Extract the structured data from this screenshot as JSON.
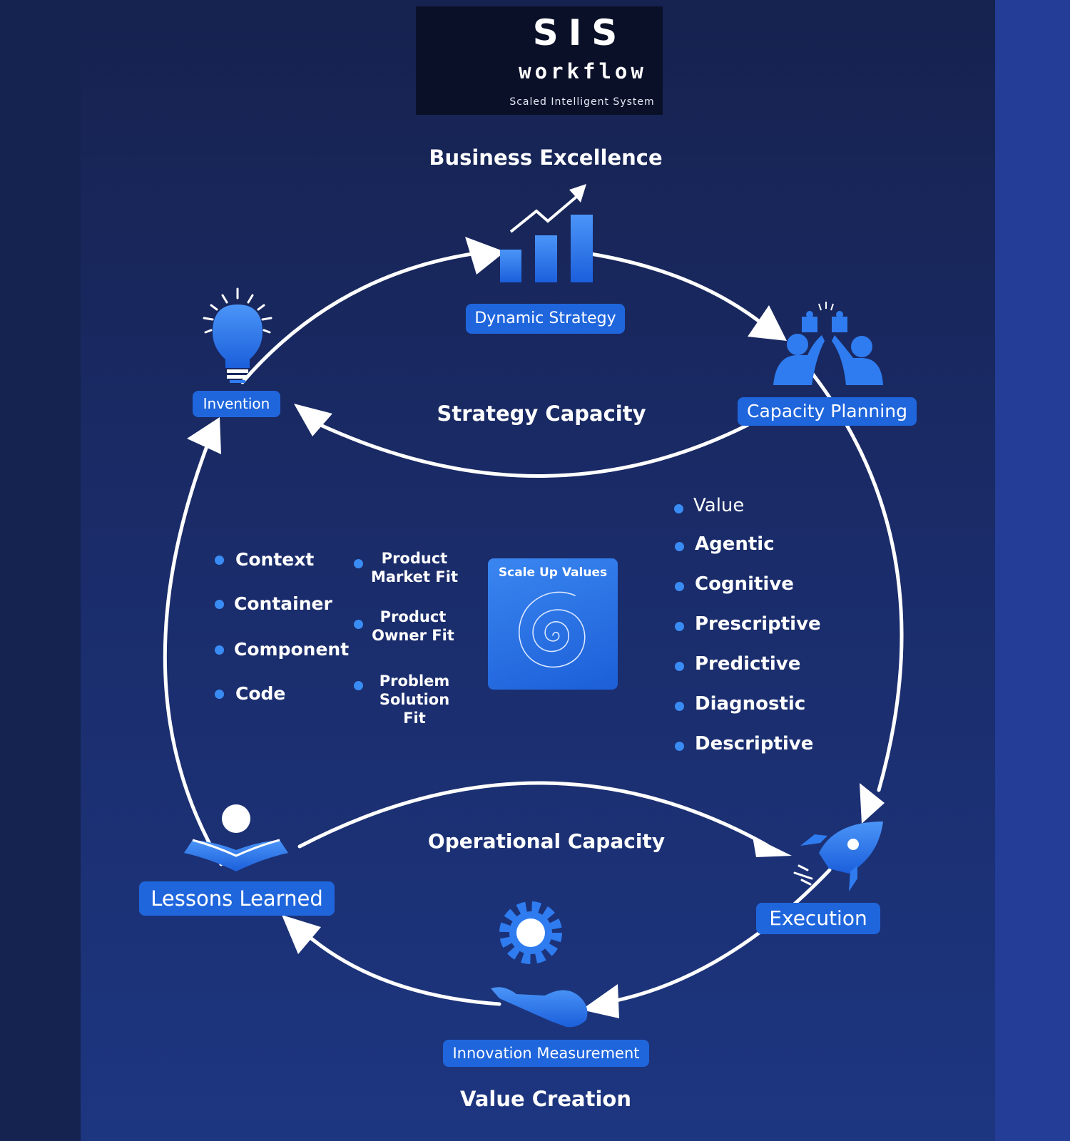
{
  "logo": {
    "title": "SIS",
    "subtitle": "workflow",
    "tagline": "Scaled Intelligent System"
  },
  "headings": {
    "top": "Business Excellence",
    "strategy": "Strategy Capacity",
    "operational": "Operational Capacity",
    "bottom": "Value Creation"
  },
  "nodes": {
    "dynamic_strategy": "Dynamic Strategy",
    "capacity_planning": "Capacity Planning",
    "invention": "Invention",
    "execution": "Execution",
    "lessons_learned": "Lessons Learned",
    "innovation_measurement": "Innovation Measurement"
  },
  "left_list": [
    "Context",
    "Container",
    "Component",
    "Code"
  ],
  "fit_list": [
    "Product\nMarket Fit",
    "Product\nOwner Fit",
    "Problem\nSolution Fit"
  ],
  "center_box": {
    "title": "Scale Up Values"
  },
  "right_list": [
    "Value",
    "Agentic",
    "Cognitive",
    "Prescriptive",
    "Predictive",
    "Diagnostic",
    "Descriptive"
  ],
  "colors": {
    "accent": "#1f66dd",
    "icon_blue": "#2f7cf0",
    "dot_blue": "#3a8cf5",
    "background": "#1b2a63"
  },
  "icons": {
    "strategy": "bar-chart-trend-icon",
    "capacity": "team-puzzle-icon",
    "invention": "light-bulb-icon",
    "execution": "rocket-icon",
    "lessons": "reader-book-icon",
    "innovation": "gear-hand-icon",
    "center": "spiral-icon"
  }
}
